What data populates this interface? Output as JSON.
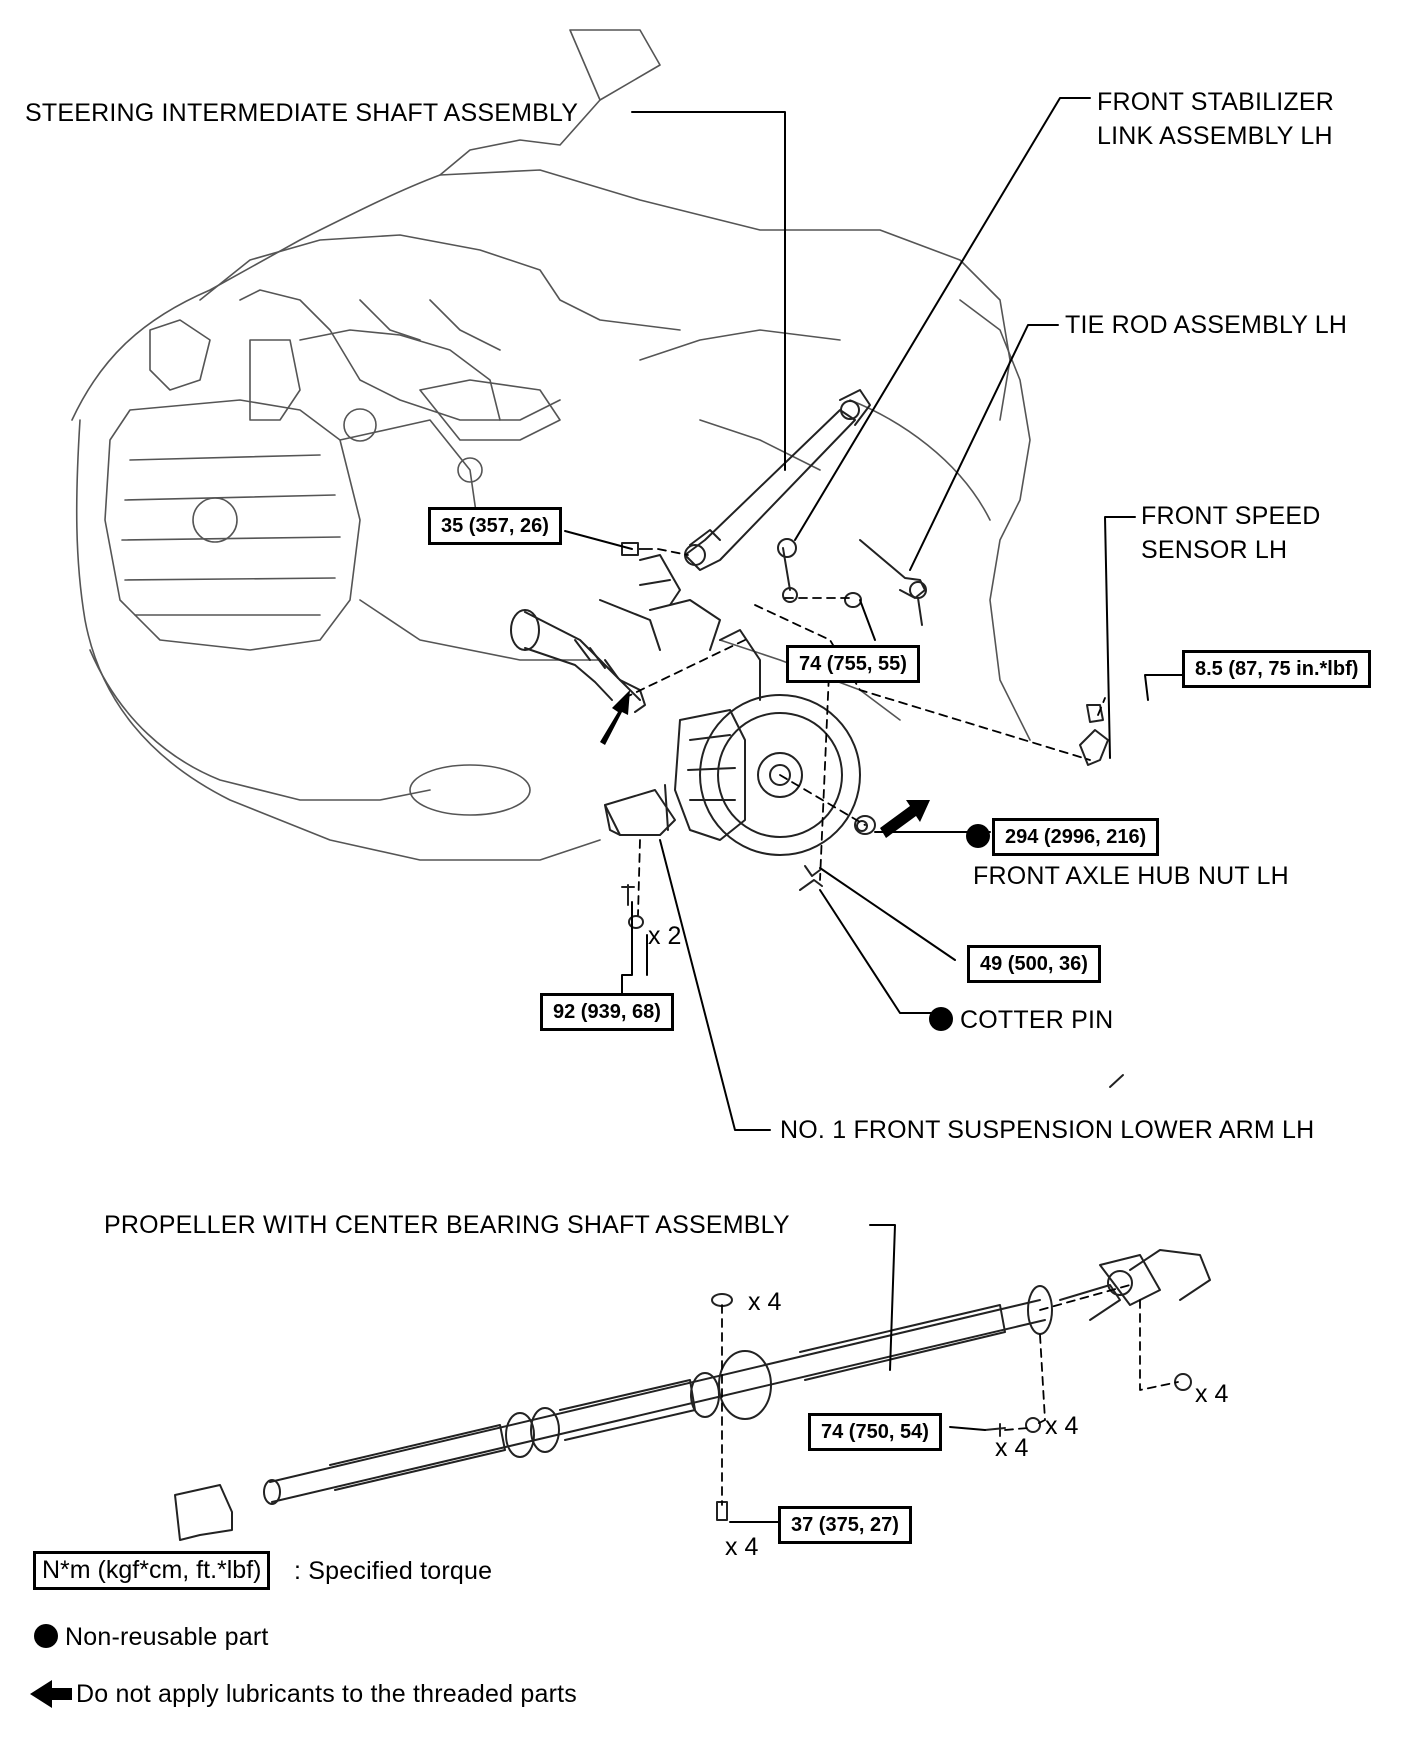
{
  "labels": {
    "steering_shaft": "STEERING INTERMEDIATE SHAFT ASSEMBLY",
    "stabilizer_link_1": "FRONT STABILIZER",
    "stabilizer_link_2": "LINK ASSEMBLY LH",
    "tie_rod": "TIE ROD ASSEMBLY LH",
    "speed_sensor_1": "FRONT SPEED",
    "speed_sensor_2": "SENSOR LH",
    "hub_nut": "FRONT AXLE HUB NUT LH",
    "cotter_pin": "COTTER PIN",
    "lower_arm": "NO. 1 FRONT SUSPENSION LOWER ARM LH",
    "propeller": "PROPELLER WITH CENTER BEARING SHAFT ASSEMBLY"
  },
  "torques": {
    "t35": "35 (357, 26)",
    "t74a": "74 (755, 55)",
    "t85": "8.5 (87, 75 in.*lbf)",
    "t294": "294 (2996, 216)",
    "t49": "49 (500, 36)",
    "t92": "92 (939, 68)",
    "t74b": "74 (750, 54)",
    "t37": "37 (375, 27)"
  },
  "quantities": {
    "x2": "x 2",
    "x4": "x 4"
  },
  "legend": {
    "torque_box": "N*m (kgf*cm, ft.*lbf)",
    "torque_text": ": Specified torque",
    "nonreusable": "Non-reusable part",
    "lubricant": "Do not apply lubricants to the threaded parts"
  }
}
